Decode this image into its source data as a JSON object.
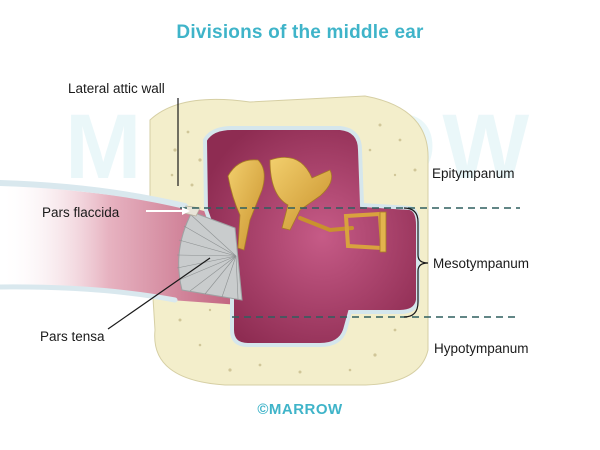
{
  "title": "Divisions of the middle ear",
  "labels": {
    "lateral_attic_wall": "Lateral attic wall",
    "pars_flaccida": "Pars flaccida",
    "pars_tensa": "Pars tensa",
    "epitympanum": "Epitympanum",
    "mesotympanum": "Mesotympanum",
    "hypotympanum": "Hypotympanum"
  },
  "watermark": "MARROW",
  "footer_logo": "©MARROW",
  "colors": {
    "title": "#3fb4c9",
    "bone": "#f3eecb",
    "cavity": "#a83a63",
    "ossicles": "#e2b44d",
    "canal": "#c66b84",
    "divider_lines": "#2e5f5f"
  }
}
